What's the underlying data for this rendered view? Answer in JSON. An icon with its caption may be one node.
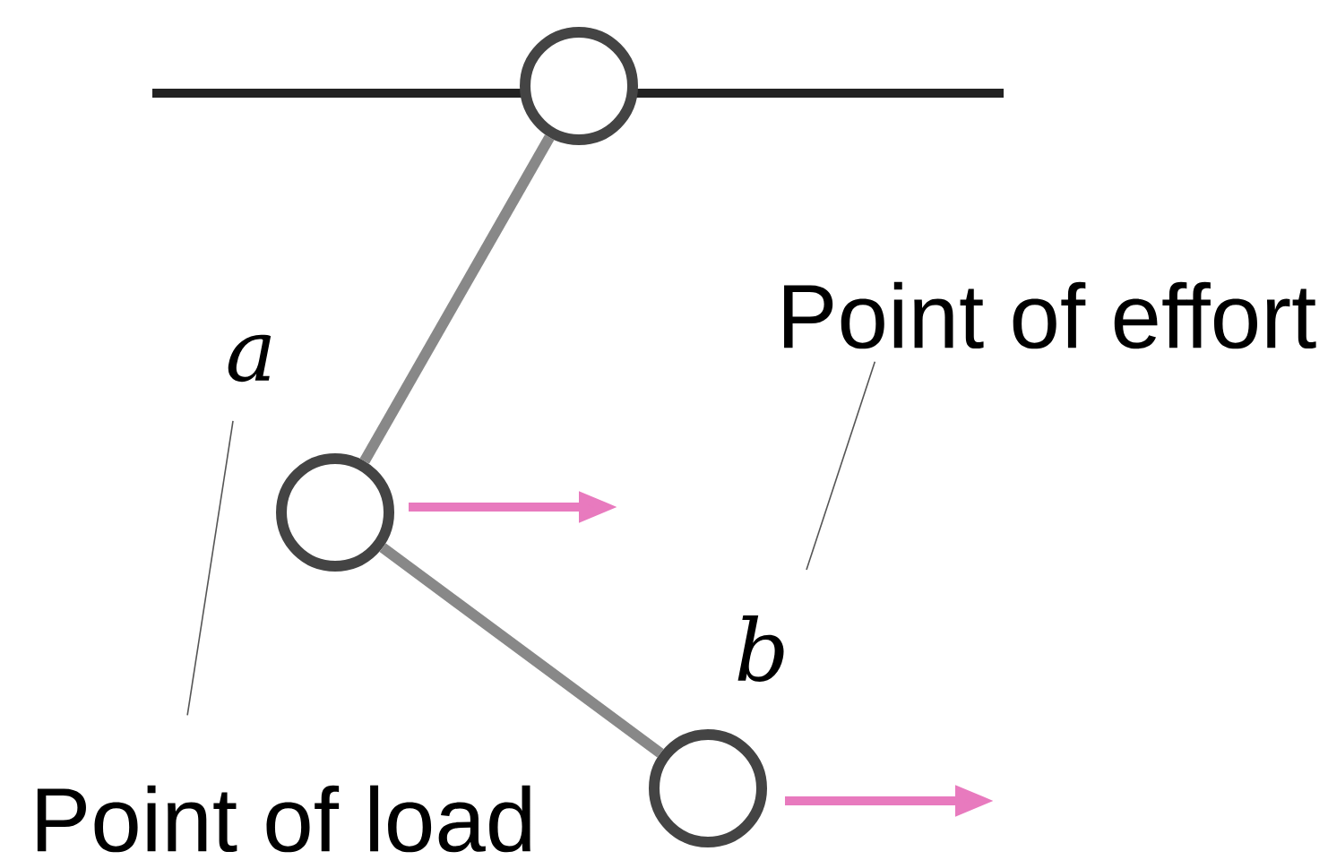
{
  "diagram": {
    "nodes": [
      {
        "text": [],
        "shape": "circle"
      },
      {
        "text": [],
        "shape": "circle"
      },
      {
        "text": [],
        "shape": "circle"
      },
      {
        "text": [
          "Point of effort"
        ]
      },
      {
        "text": [
          "Point of load"
        ]
      }
    ],
    "edges": [
      {
        "from": 0,
        "to": 1,
        "arrow": "none",
        "style": "thick",
        "color": "#888888"
      },
      {
        "from": 1,
        "to": 2,
        "arrow": "none",
        "style": "thick",
        "color": "#888888"
      },
      {
        "from": 3,
        "to": null,
        "arrow": "none"
      },
      {
        "from": 4,
        "to": null,
        "arrow": "none"
      }
    ],
    "labels": [
      "a",
      "b"
    ]
  }
}
